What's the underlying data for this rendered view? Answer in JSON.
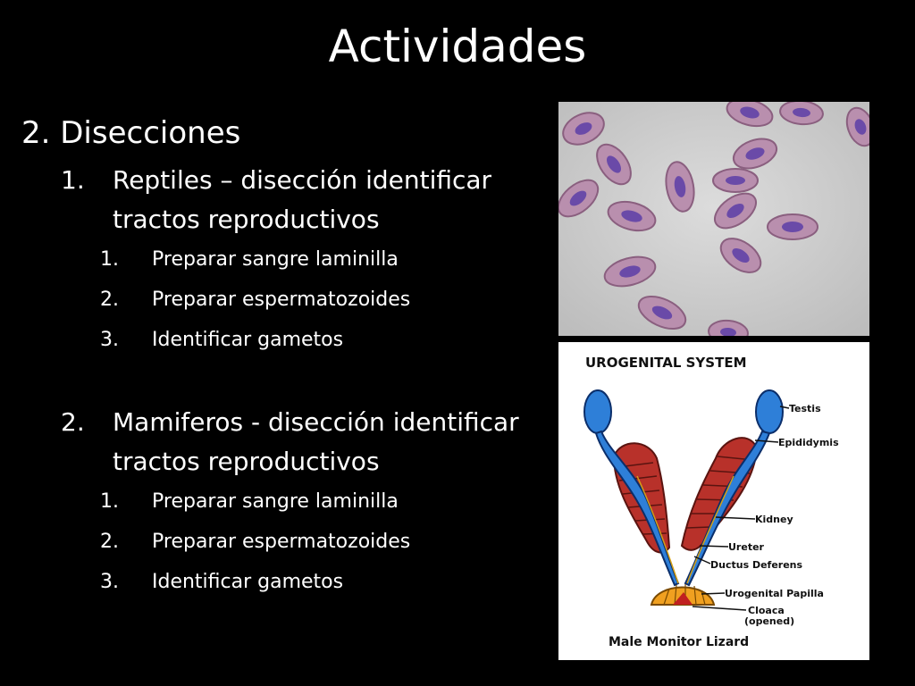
{
  "slide": {
    "title": "Actividades",
    "section": "2. Disecciones",
    "groups": [
      {
        "number": "1.",
        "text": "Reptiles – disección identificar tractos reproductivos",
        "items": [
          {
            "number": "1.",
            "text": "Preparar sangre laminilla"
          },
          {
            "number": "2.",
            "text": "Preparar espermatozoides"
          },
          {
            "number": "3.",
            "text": "Identificar gametos"
          }
        ]
      },
      {
        "number": "2.",
        "text": "Mamiferos - disección identificar tractos reproductivos",
        "items": [
          {
            "number": "1.",
            "text": "Preparar sangre laminilla"
          },
          {
            "number": "2.",
            "text": "Preparar espermatozoides"
          },
          {
            "number": "3.",
            "text": "Identificar gametos"
          }
        ]
      }
    ]
  },
  "diagram": {
    "heading": "UROGENITAL SYSTEM",
    "labels": {
      "testis": "Testis",
      "epididymis": "Epididymis",
      "kidney": "Kidney",
      "ureter": "Ureter",
      "ductus": "Ductus Deferens",
      "papilla": "Urogenital Papilla",
      "cloaca": "Cloaca",
      "cloaca_note": "(opened)"
    },
    "caption": "Male Monitor Lizard"
  },
  "colors": {
    "background": "#000000",
    "text": "#ffffff",
    "slide_bg": "#d2d2d2",
    "cell_fill": "#b98fae",
    "cell_nucleus": "#6a4aa8",
    "testis_blue": "#2e7fd8",
    "kidney_red": "#b8312a",
    "papilla_orange": "#f0a020"
  }
}
